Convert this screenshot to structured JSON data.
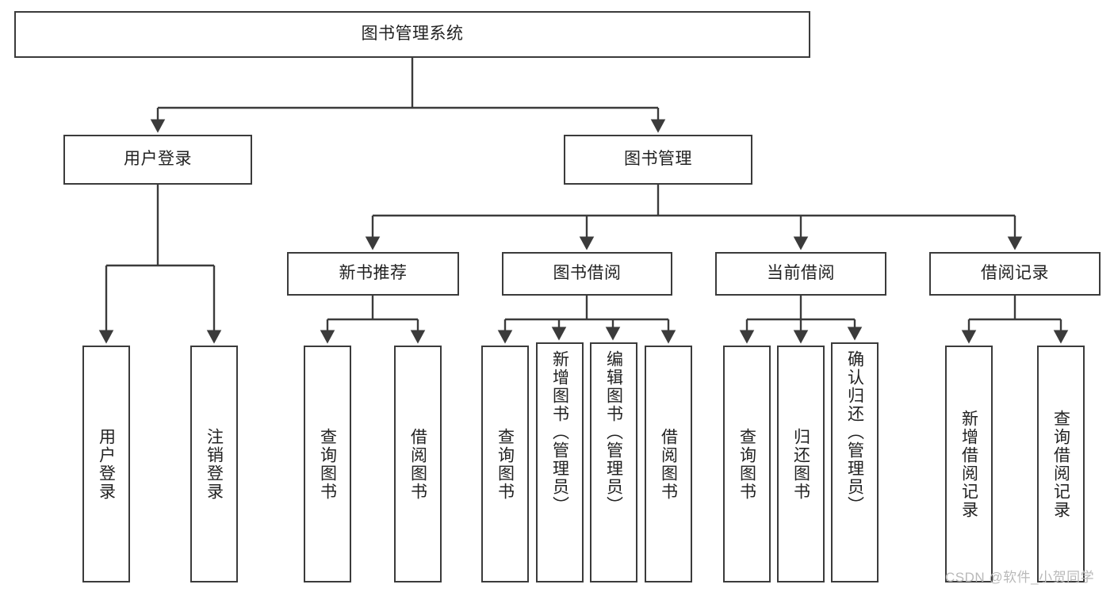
{
  "diagram": {
    "title": "图书管理系统",
    "type": "hierarchy-tree",
    "background_color": "#ffffff",
    "border_color": "#3b3b3b",
    "text_color": "#222222",
    "root": {
      "id": "root",
      "label": "图书管理系统",
      "orientation": "horizontal"
    },
    "level1": [
      {
        "id": "user-login",
        "label": "用户登录",
        "orientation": "horizontal"
      },
      {
        "id": "book-manage",
        "label": "图书管理",
        "orientation": "horizontal"
      }
    ],
    "level2": [
      {
        "id": "new-book-recommend",
        "label": "新书推荐",
        "orientation": "horizontal",
        "parent": "book-manage"
      },
      {
        "id": "book-borrow",
        "label": "图书借阅",
        "orientation": "horizontal",
        "parent": "book-manage"
      },
      {
        "id": "current-borrow",
        "label": "当前借阅",
        "orientation": "horizontal",
        "parent": "book-manage"
      },
      {
        "id": "borrow-record",
        "label": "借阅记录",
        "orientation": "horizontal",
        "parent": "book-manage"
      }
    ],
    "leaves": [
      {
        "id": "leaf-user-login",
        "label": "用户登录",
        "parent": "user-login"
      },
      {
        "id": "leaf-logout-login",
        "label": "注销登录",
        "parent": "user-login"
      },
      {
        "id": "leaf-query-book-1",
        "label": "查询图书",
        "parent": "new-book-recommend"
      },
      {
        "id": "leaf-borrow-book-1",
        "label": "借阅图书",
        "parent": "new-book-recommend"
      },
      {
        "id": "leaf-query-book-2",
        "label": "查询图书",
        "parent": "book-borrow"
      },
      {
        "id": "leaf-add-book",
        "label": "新增图书（管理员）",
        "parent": "book-borrow"
      },
      {
        "id": "leaf-edit-book",
        "label": "编辑图书（管理员）",
        "parent": "book-borrow"
      },
      {
        "id": "leaf-borrow-book-2",
        "label": "借阅图书",
        "parent": "book-borrow"
      },
      {
        "id": "leaf-query-book-3",
        "label": "查询图书",
        "parent": "current-borrow"
      },
      {
        "id": "leaf-return-book",
        "label": "归还图书",
        "parent": "current-borrow"
      },
      {
        "id": "leaf-confirm-return",
        "label": "确认归还（管理员）",
        "parent": "current-borrow"
      },
      {
        "id": "leaf-add-record",
        "label": "新增借阅记录",
        "parent": "borrow-record"
      },
      {
        "id": "leaf-query-record",
        "label": "查询借阅记录",
        "parent": "borrow-record"
      }
    ]
  },
  "watermark": {
    "text": "CSDN @软件_小贺同学",
    "color": "#b9b9b9"
  }
}
